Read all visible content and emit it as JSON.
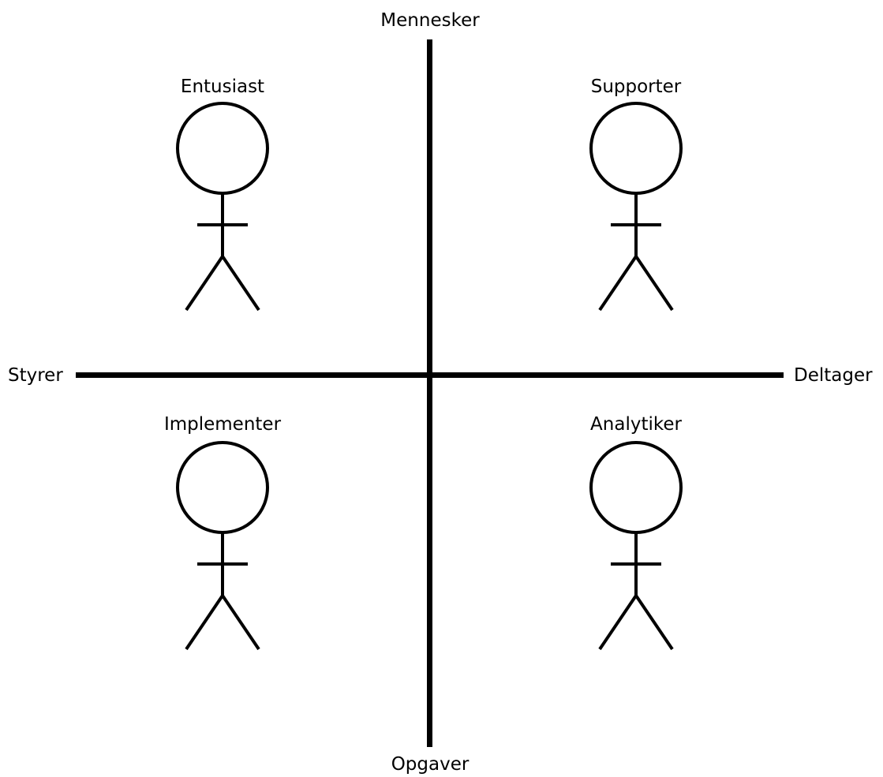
{
  "axes": {
    "top_label": "Mennesker",
    "bottom_label": "Opgaver",
    "left_label": "Styrer",
    "right_label": "Deltager"
  },
  "quadrants": [
    {
      "id": "top-left",
      "label": "Entusiast"
    },
    {
      "id": "top-right",
      "label": "Supporter"
    },
    {
      "id": "bottom-left",
      "label": "Implementer"
    },
    {
      "id": "bottom-right",
      "label": "Analytiker"
    }
  ],
  "colors": {
    "line": "#000000",
    "background": "#ffffff"
  },
  "icons": {
    "figure": "stick-figure-icon"
  }
}
